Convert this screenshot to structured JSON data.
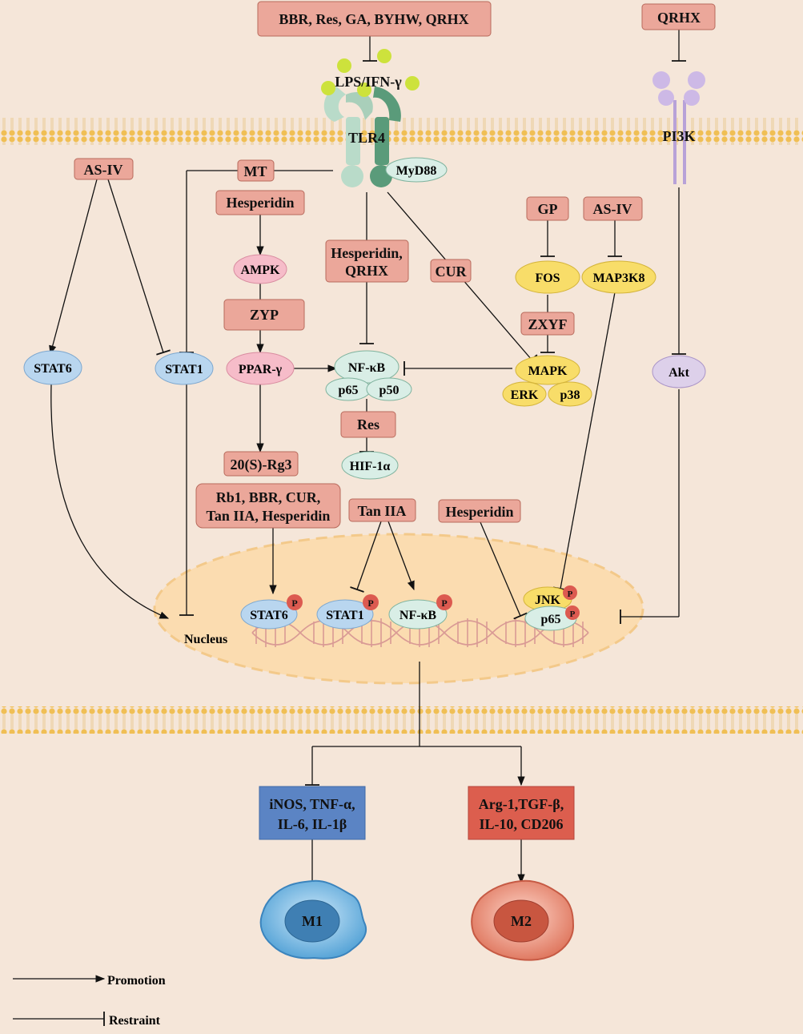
{
  "drugs": {
    "top_inhibitors": "BBR, Res, GA, BYHW, QRHX",
    "qrhx_top": "QRHX",
    "as_iv_left": "AS-IV",
    "mt": "MT",
    "hesperidin_1": "Hesperidin",
    "zyp": "ZYP",
    "hesperidin_qrhx": [
      "Hesperidin,",
      "QRHX"
    ],
    "cur": "CUR",
    "gp": "GP",
    "as_iv_right": "AS-IV",
    "zxyf": "ZXYF",
    "res": "Res",
    "rg3": "20(S)-Rg3",
    "multi": [
      "Rb1, BBR, CUR,",
      "Tan IIA, Hesperidin"
    ],
    "tan_iia": "Tan IIA",
    "hesperidin_2": "Hesperidin"
  },
  "molecules": {
    "lps": "LPS/IFN-γ",
    "tlr4": "TLR4",
    "myd88": "MyD88",
    "pi3k": "PI3K",
    "ampk": "AMPK",
    "ppar": "PPAR-γ",
    "nfkb": "NF-κB",
    "p65": "p65",
    "p50": "p50",
    "hif": "HIF-1α",
    "fos": "FOS",
    "map3k8": "MAP3K8",
    "mapk": "MAPK",
    "erk": "ERK",
    "p38": "p38",
    "stat6": "STAT6",
    "stat1": "STAT1",
    "akt": "Akt",
    "stat6_n": "STAT6",
    "stat1_n": "STAT1",
    "nfkb_n": "NF-κB",
    "jnk_n": "JNK",
    "p65_n": "p65",
    "phos": "P"
  },
  "nucleus_label": "Nucleus",
  "outputs": {
    "m1_markers": [
      "iNOS, TNF-α,",
      "IL-6, IL-1β"
    ],
    "m2_markers": [
      "Arg-1,TGF-β,",
      "IL-10, CD206"
    ],
    "m1": "M1",
    "m2": "M2"
  },
  "legend": {
    "promotion": "Promotion",
    "restraint": "Restraint"
  },
  "colors": {
    "background": "#f5e6d9",
    "drug_box": "#eba79a",
    "blue_node": "#b9d6ef",
    "green_node": "#d9eee6",
    "yellow_node": "#f8dd69",
    "pink_node": "#f6bcc9",
    "purple_node": "#ddd0ea",
    "phospho": "#dc5a50",
    "m1_box": "#5b84c4",
    "m2_box": "#dc5e4e"
  }
}
